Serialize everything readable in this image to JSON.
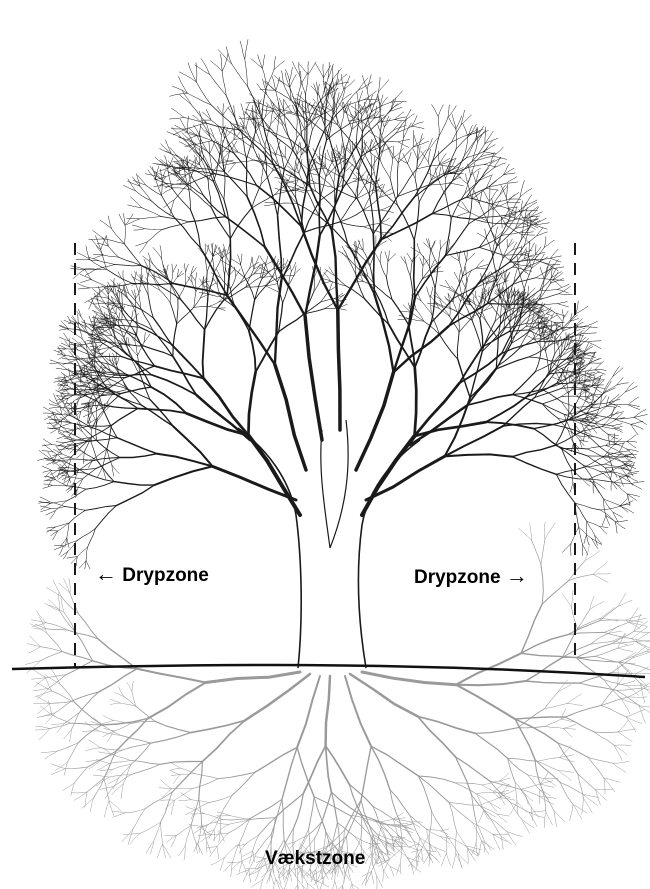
{
  "labels": {
    "drip_zone_left": "Drypzone",
    "drip_zone_right": "Drypzone",
    "growth_zone": "Vækstzone"
  },
  "icons": {
    "left_arrow": "left-arrow-icon",
    "right_arrow": "right-arrow-icon"
  },
  "colors": {
    "ink": "#1a1a1a",
    "roots": "#9a9a9a",
    "background": "#ffffff"
  }
}
